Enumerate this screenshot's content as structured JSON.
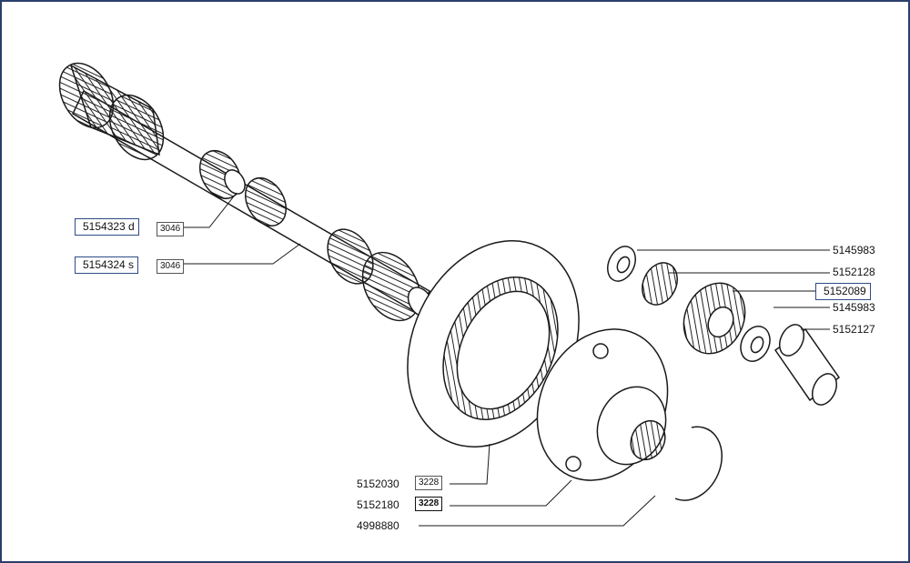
{
  "labels": {
    "p5154323": "5154323 d",
    "p5154324": "5154324 s",
    "p5145983a": "5145983",
    "p5152128": "5152128",
    "p5152089": "5152089",
    "p5145983b": "5145983",
    "p5152127": "5152127",
    "p5152030": "5152030",
    "p5152180": "5152180",
    "p4998880": "4998880"
  },
  "refs": {
    "r1": "3046",
    "r2": "3046",
    "r3": "3228",
    "r4": "3228"
  },
  "colors": {
    "line": "#1a1a1a",
    "frame": "#2b3f6b",
    "highlight_box": "#2e4a86"
  }
}
